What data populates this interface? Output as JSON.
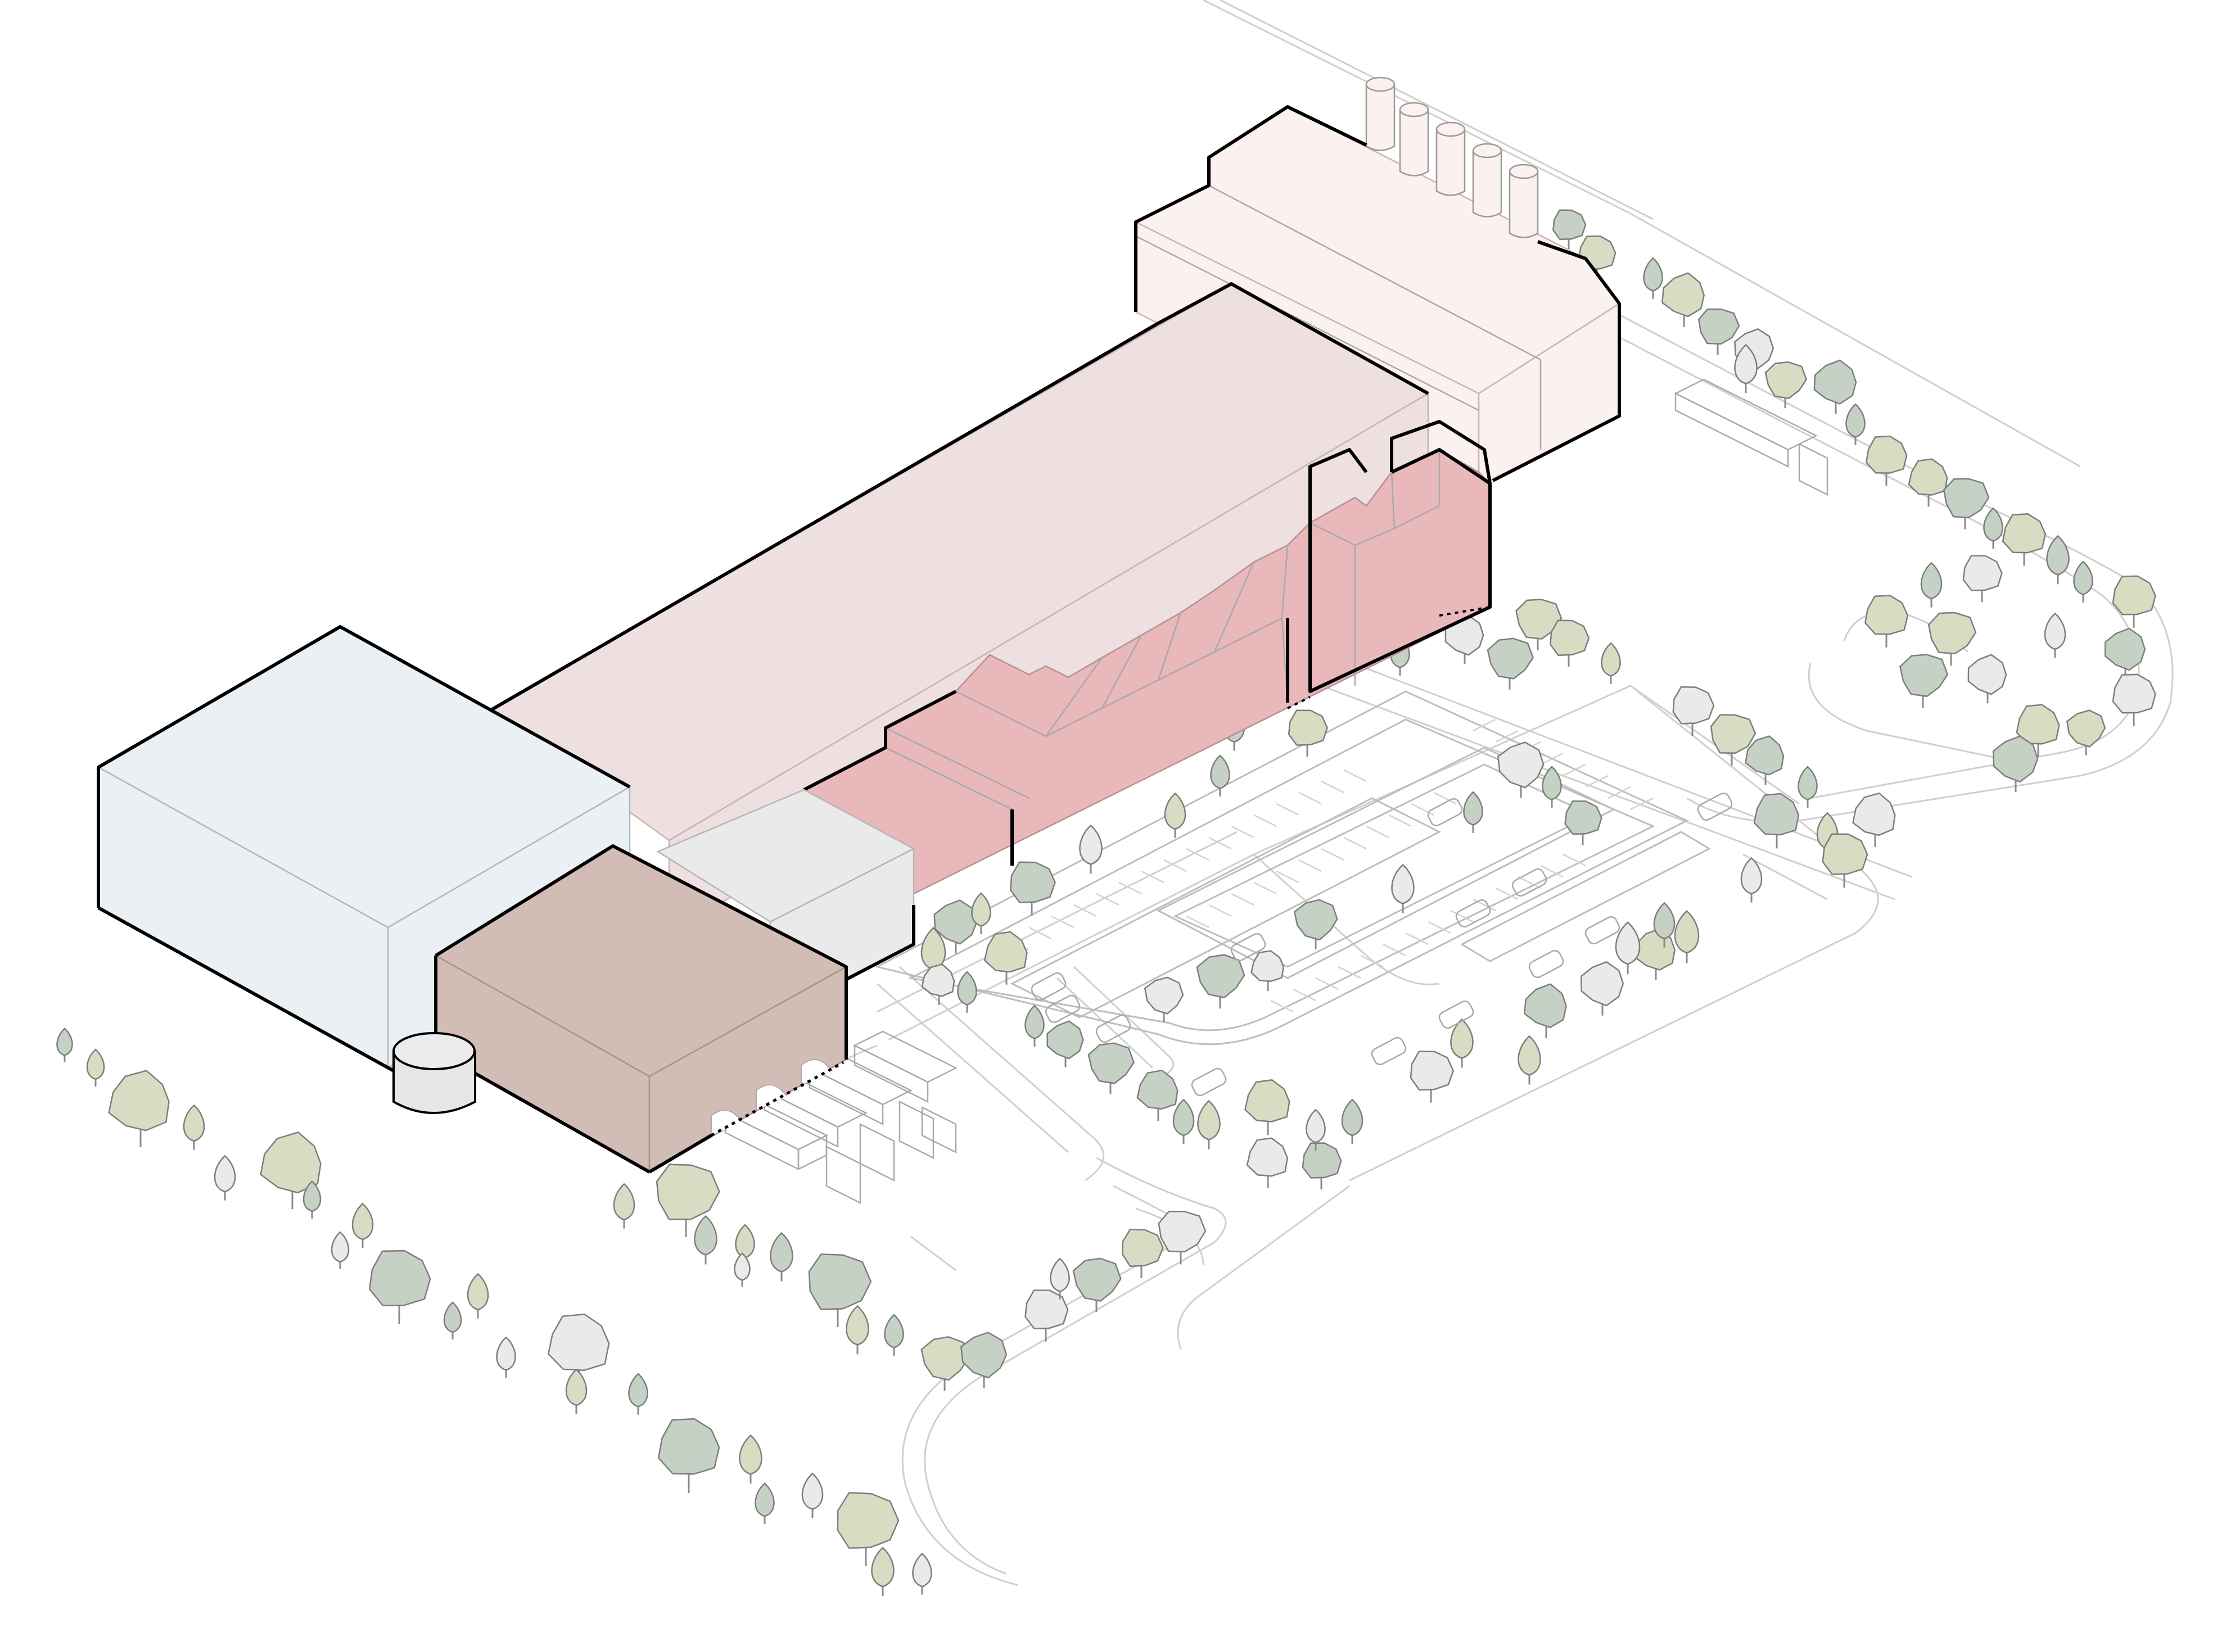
{
  "colors": {
    "background": "#ffffff",
    "outline": "#000000",
    "hall_blue": "#eaf0f4",
    "long_shed": "#eedfe0",
    "factory_light": "#fbf1ee",
    "sawtooth_block": "#e9b8bb",
    "brown_block": "#d2bcb6",
    "grey_block": "#eaeaea",
    "tank": "#e6e6e6",
    "tree_green": "#c5d1c5",
    "tree_olive": "#d8dcc2",
    "tree_light": "#e9ebe8",
    "roads": "#cfcfcf"
  },
  "layers": [
    "roads",
    "parking",
    "trees",
    "vehicles",
    "buildings"
  ]
}
